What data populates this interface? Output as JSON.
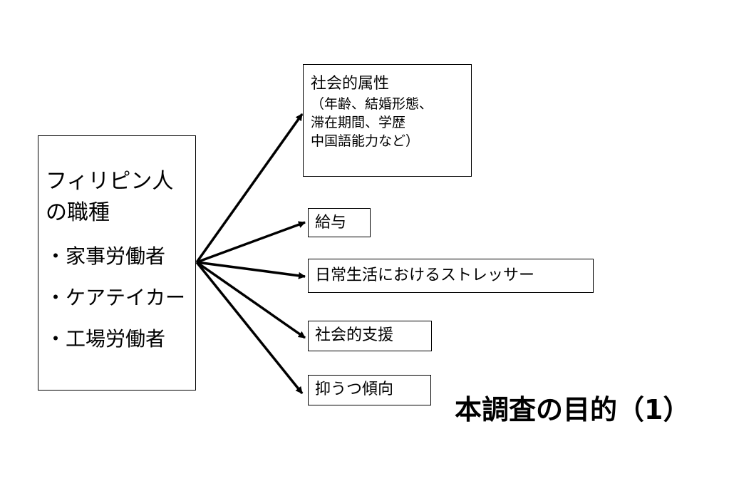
{
  "left_box": {
    "title_line1": "フィリピン人",
    "title_line2": "の職種",
    "items": [
      "・家事労働者",
      "・ケアテイカー",
      "・工場労働者"
    ]
  },
  "targets": {
    "social_attributes": {
      "title": "社会的属性",
      "lines": [
        "（年齢、結婚形態、",
        "滞在期間、学歴",
        "中国語能力など）"
      ]
    },
    "salary": "給与",
    "stress": "日常生活におけるストレッサー",
    "social_support": "社会的支援",
    "depression": "抑うつ傾向"
  },
  "main_title": "本調査の目的（1）"
}
